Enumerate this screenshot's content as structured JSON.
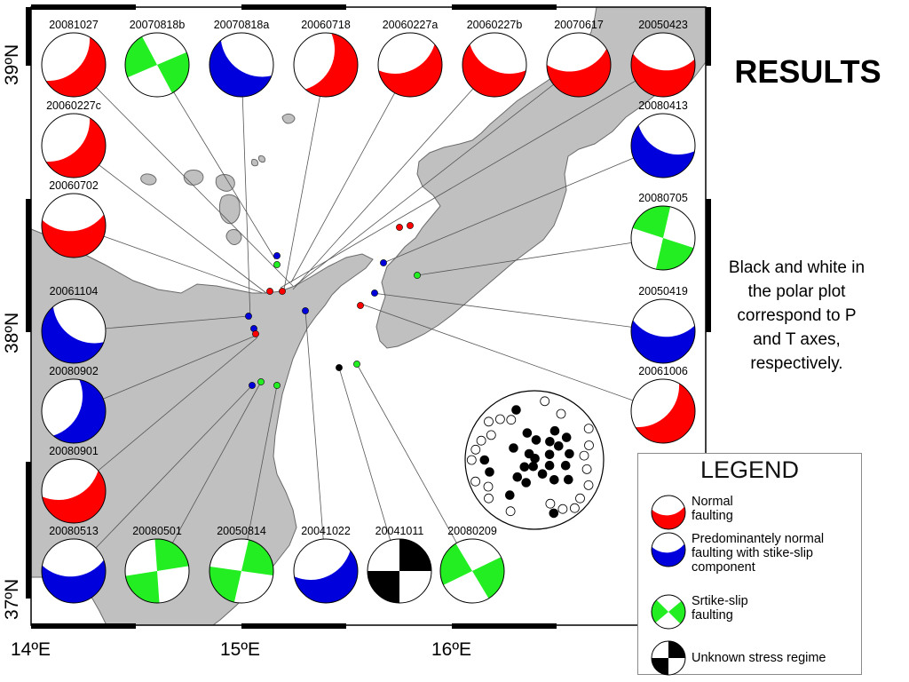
{
  "slide": {
    "title": "RESULTS",
    "note": "Black  and white in the polar plot correspond to P and T axes, respectively."
  },
  "colors": {
    "land": "#c0c0c0",
    "sea": "#ffffff",
    "normal": "#ff0000",
    "normal_strike_slip": "#0000dd",
    "strike_slip": "#22ee22",
    "unknown": "#000000"
  },
  "map": {
    "lon_ticks": [
      "14ºE",
      "15ºE",
      "16ºE"
    ],
    "lat_ticks": [
      "39ºN",
      "38ºN",
      "37ºN"
    ]
  },
  "mechanisms": [
    {
      "id": "20081027",
      "type": "normal"
    },
    {
      "id": "20070818b",
      "type": "strike-slip"
    },
    {
      "id": "20070818a",
      "type": "normal-strike-slip"
    },
    {
      "id": "20060718",
      "type": "normal"
    },
    {
      "id": "20060227a",
      "type": "normal"
    },
    {
      "id": "20060227b",
      "type": "normal"
    },
    {
      "id": "20070617",
      "type": "normal"
    },
    {
      "id": "20050423",
      "type": "normal"
    },
    {
      "id": "20060227c",
      "type": "normal"
    },
    {
      "id": "20060702",
      "type": "normal"
    },
    {
      "id": "20061104",
      "type": "normal-strike-slip"
    },
    {
      "id": "20080902",
      "type": "normal-strike-slip"
    },
    {
      "id": "20080901",
      "type": "normal"
    },
    {
      "id": "20080413",
      "type": "normal-strike-slip"
    },
    {
      "id": "20080705",
      "type": "strike-slip"
    },
    {
      "id": "20050419",
      "type": "normal-strike-slip"
    },
    {
      "id": "20061006",
      "type": "normal"
    },
    {
      "id": "20080513",
      "type": "normal-strike-slip"
    },
    {
      "id": "20080501",
      "type": "strike-slip"
    },
    {
      "id": "20050814",
      "type": "strike-slip"
    },
    {
      "id": "20041022",
      "type": "normal-strike-slip"
    },
    {
      "id": "20041011",
      "type": "unknown"
    },
    {
      "id": "20080209",
      "type": "strike-slip"
    }
  ],
  "legend": {
    "title": "LEGEND",
    "items": [
      {
        "lines": [
          "Normal",
          "faulting"
        ],
        "type": "normal"
      },
      {
        "lines": [
          "Predominantely normal",
          "faulting with stike-slip",
          "component"
        ],
        "type": "normal-strike-slip"
      },
      {
        "lines": [
          "Srtike-slip",
          "faulting"
        ],
        "type": "strike-slip"
      },
      {
        "lines": [
          "Unknown stress regime"
        ],
        "type": "unknown"
      }
    ]
  },
  "chart_data": {
    "type": "scatter",
    "mechanism_dots": [
      {
        "x": 15.1,
        "y": 38.3,
        "type": "normal-strike-slip"
      },
      {
        "x": 15.1,
        "y": 38.2,
        "type": "strike-slip"
      },
      {
        "x": 15.0,
        "y": 38.0,
        "type": "normal-strike-slip"
      },
      {
        "x": 15.0,
        "y": 37.96,
        "type": "normal-strike-slip"
      },
      {
        "x": 15.0,
        "y": 37.94,
        "type": "normal"
      },
      {
        "x": 15.3,
        "y": 38.0,
        "type": "normal-strike-slip"
      },
      {
        "x": 15.8,
        "y": 38.5,
        "type": "normal"
      },
      {
        "x": 15.8,
        "y": 38.5,
        "type": "normal"
      },
      {
        "x": 15.6,
        "y": 38.2,
        "type": "normal-strike-slip"
      },
      {
        "x": 15.8,
        "y": 38.2,
        "type": "strike-slip"
      },
      {
        "x": 15.6,
        "y": 38.1,
        "type": "normal-strike-slip"
      },
      {
        "x": 15.6,
        "y": 38.0,
        "type": "normal"
      },
      {
        "x": 15.0,
        "y": 37.8,
        "type": "normal-strike-slip"
      },
      {
        "x": 15.0,
        "y": 37.8,
        "type": "strike-slip"
      },
      {
        "x": 15.1,
        "y": 37.8,
        "type": "strike-slip"
      },
      {
        "x": 15.5,
        "y": 37.9,
        "type": "unknown"
      },
      {
        "x": 15.5,
        "y": 37.9,
        "type": "strike-slip"
      },
      {
        "x": 15.1,
        "y": 38.1,
        "type": "normal"
      },
      {
        "x": 15.2,
        "y": 38.1,
        "type": "normal"
      }
    ],
    "polar_plot": {
      "P_axes": [
        {
          "azimuth": 20,
          "plunge": 88
        },
        {
          "azimuth": 5,
          "plunge": 65
        },
        {
          "azimuth": 40,
          "plunge": 60
        },
        {
          "azimuth": 60,
          "plunge": 55
        },
        {
          "azimuth": 35,
          "plunge": 45
        },
        {
          "azimuth": 55,
          "plunge": 40
        },
        {
          "azimuth": 80,
          "plunge": 45
        },
        {
          "azimuth": 70,
          "plunge": 70
        },
        {
          "azimuth": 100,
          "plunge": 50
        },
        {
          "azimuth": 110,
          "plunge": 70
        },
        {
          "azimuth": 150,
          "plunge": 70
        },
        {
          "azimuth": 120,
          "plunge": 40
        },
        {
          "azimuth": 135,
          "plunge": 55
        },
        {
          "azimuth": 160,
          "plunge": 15
        },
        {
          "azimuth": 255,
          "plunge": 30
        },
        {
          "azimuth": 225,
          "plunge": 60
        },
        {
          "azimuth": 215,
          "plunge": 35
        },
        {
          "azimuth": 235,
          "plunge": 75
        },
        {
          "azimuth": 200,
          "plunge": 60
        },
        {
          "azimuth": 190,
          "plunge": 82
        },
        {
          "azimuth": 320,
          "plunge": 80
        },
        {
          "azimuth": 340,
          "plunge": 20
        },
        {
          "azimuth": 270,
          "plunge": 25
        },
        {
          "azimuth": 300,
          "plunge": 60
        },
        {
          "azimuth": 345,
          "plunge": 55
        }
      ],
      "T_axes": [
        {
          "azimuth": 330,
          "plunge": 30
        },
        {
          "azimuth": 320,
          "plunge": 20
        },
        {
          "azimuth": 310,
          "plunge": 10
        },
        {
          "azimuth": 300,
          "plunge": 25
        },
        {
          "azimuth": 290,
          "plunge": 15
        },
        {
          "azimuth": 280,
          "plunge": 10
        },
        {
          "azimuth": 10,
          "plunge": 10
        },
        {
          "azimuth": 30,
          "plunge": 20
        },
        {
          "azimuth": 75,
          "plunge": 15
        },
        {
          "azimuth": 85,
          "plunge": 25
        },
        {
          "azimuth": 100,
          "plunge": 20
        },
        {
          "azimuth": 115,
          "plunge": 10
        },
        {
          "azimuth": 130,
          "plunge": 10
        },
        {
          "azimuth": 140,
          "plunge": 5
        },
        {
          "azimuth": 150,
          "plunge": 15
        },
        {
          "azimuth": 240,
          "plunge": 20
        },
        {
          "azimuth": 250,
          "plunge": 5
        },
        {
          "azimuth": 270,
          "plunge": 5
        },
        {
          "azimuth": 230,
          "plunge": 10
        },
        {
          "azimuth": 160,
          "plunge": 30
        },
        {
          "azimuth": 205,
          "plunge": 15
        },
        {
          "azimuth": 60,
          "plunge": 5
        }
      ]
    }
  }
}
